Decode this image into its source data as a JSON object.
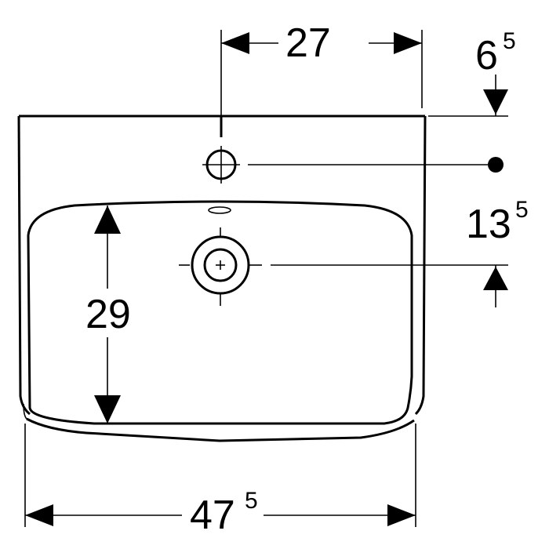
{
  "diagram": {
    "subject": "washbasin technical drawing",
    "units": "cm",
    "dimensions": {
      "tap_hole_offset": {
        "main": "27",
        "sup": ""
      },
      "top_to_tap_hole": {
        "main": "6",
        "sup": "5"
      },
      "tap_to_drain": {
        "main": "13",
        "sup": "5"
      },
      "bowl_depth": {
        "main": "29",
        "sup": ""
      },
      "overall_width": {
        "main": "47",
        "sup": "5"
      }
    }
  }
}
